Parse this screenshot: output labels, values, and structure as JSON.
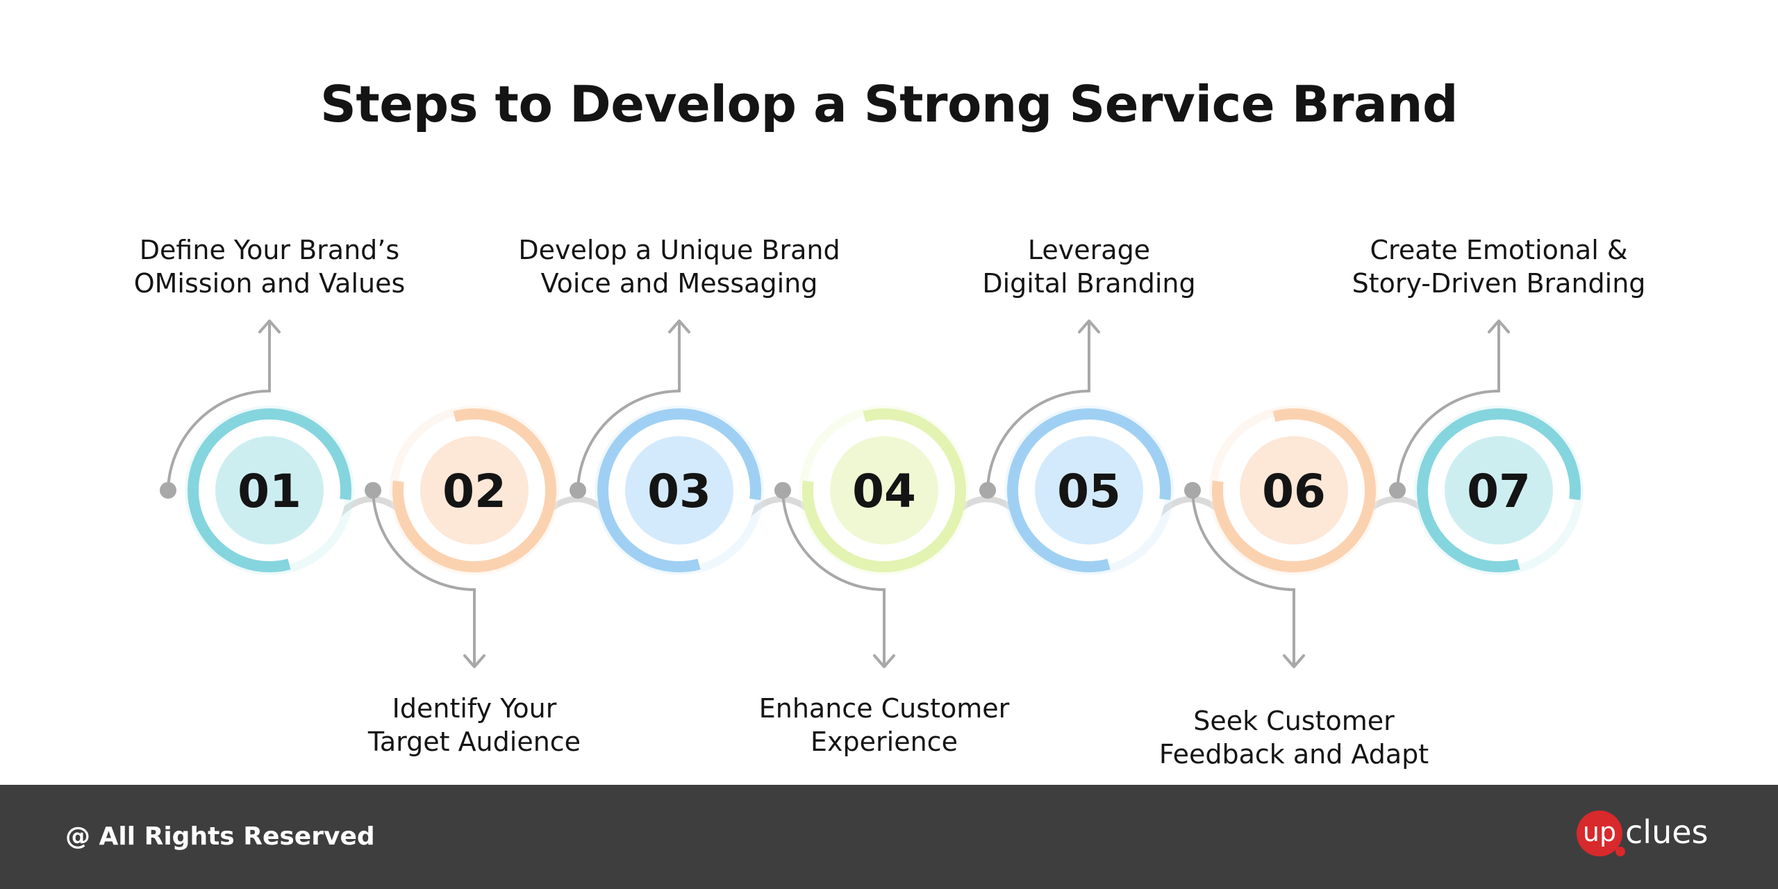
{
  "title": "Steps to Develop a Strong Service Brand",
  "colors": {
    "connector": "#a8a8a8",
    "link": "#dadada",
    "text": "#141414",
    "footer": "#3e3e3e",
    "brand": "#d8292c"
  },
  "steps": [
    {
      "number": "01",
      "lines": [
        "Define Your Brand’s",
        "OMission and Values"
      ],
      "label_position": "top",
      "ring_color": "#85d5de",
      "fill_color": "#cdeef1"
    },
    {
      "number": "02",
      "lines": [
        "Identify Your",
        "Target Audience"
      ],
      "label_position": "bottom",
      "ring_color": "#fbd2b0",
      "fill_color": "#fde7d7"
    },
    {
      "number": "03",
      "lines": [
        "Develop a Unique Brand",
        "Voice and Messaging"
      ],
      "label_position": "top",
      "ring_color": "#9fd0f3",
      "fill_color": "#d3eafc"
    },
    {
      "number": "04",
      "lines": [
        "Enhance Customer",
        "Experience"
      ],
      "label_position": "bottom",
      "ring_color": "#e3f3b2",
      "fill_color": "#eff8d3"
    },
    {
      "number": "05",
      "lines": [
        "Leverage",
        "Digital Branding"
      ],
      "label_position": "top",
      "ring_color": "#9fd0f3",
      "fill_color": "#d3eafc"
    },
    {
      "number": "06",
      "lines": [
        "Seek Customer",
        "Feedback and Adapt"
      ],
      "label_position": "bottom",
      "ring_color": "#fbd2b0",
      "fill_color": "#fde7d7"
    },
    {
      "number": "07",
      "lines": [
        "Create Emotional &",
        "Story-Driven Branding"
      ],
      "label_position": "top",
      "ring_color": "#85d5de",
      "fill_color": "#cdeef1"
    }
  ],
  "footer": {
    "rights": "@ All Rights Reserved",
    "logo_badge": "up",
    "logo_text": "clues"
  }
}
